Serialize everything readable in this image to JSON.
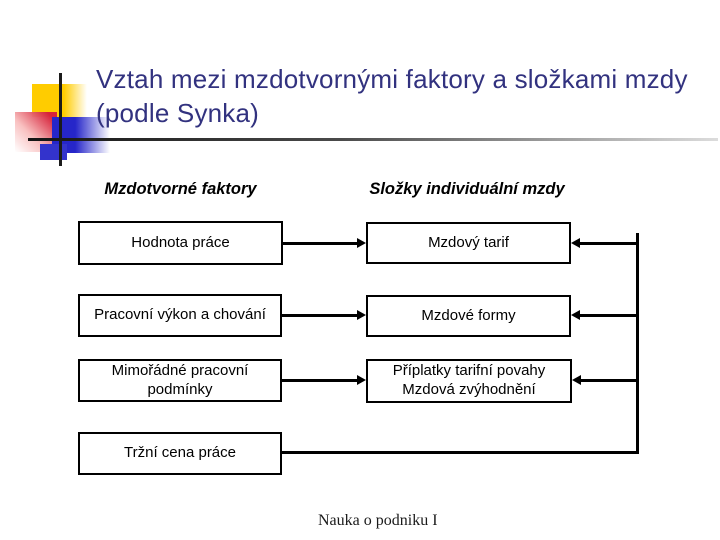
{
  "slide": {
    "title": "Vztah mezi mzdotvornými faktory a složkami mzdy (podle Synka)",
    "footer": "Nauka o podniku I"
  },
  "diagram": {
    "left_header": "Mzdotvorné faktory",
    "right_header": "Složky individuální mzdy",
    "rows": [
      {
        "left": [
          "Hodnota práce"
        ],
        "right": [
          "Mzdový tarif"
        ]
      },
      {
        "left": [
          "Pracovní výkon a chování"
        ],
        "right": [
          "Mzdové formy"
        ]
      },
      {
        "left": [
          "Mimořádné pracovní",
          "podmínky"
        ],
        "right": [
          "Příplatky tarifní povahy",
          "Mzdová zvýhodnění"
        ]
      }
    ],
    "bottom_box": [
      "Tržní cena práce"
    ]
  },
  "colors": {
    "title_text": "#32327F",
    "accent_yellow": "#FFCC00",
    "accent_blue": "#2626C9",
    "accent_red": "#D6223A",
    "line": "#000000"
  }
}
